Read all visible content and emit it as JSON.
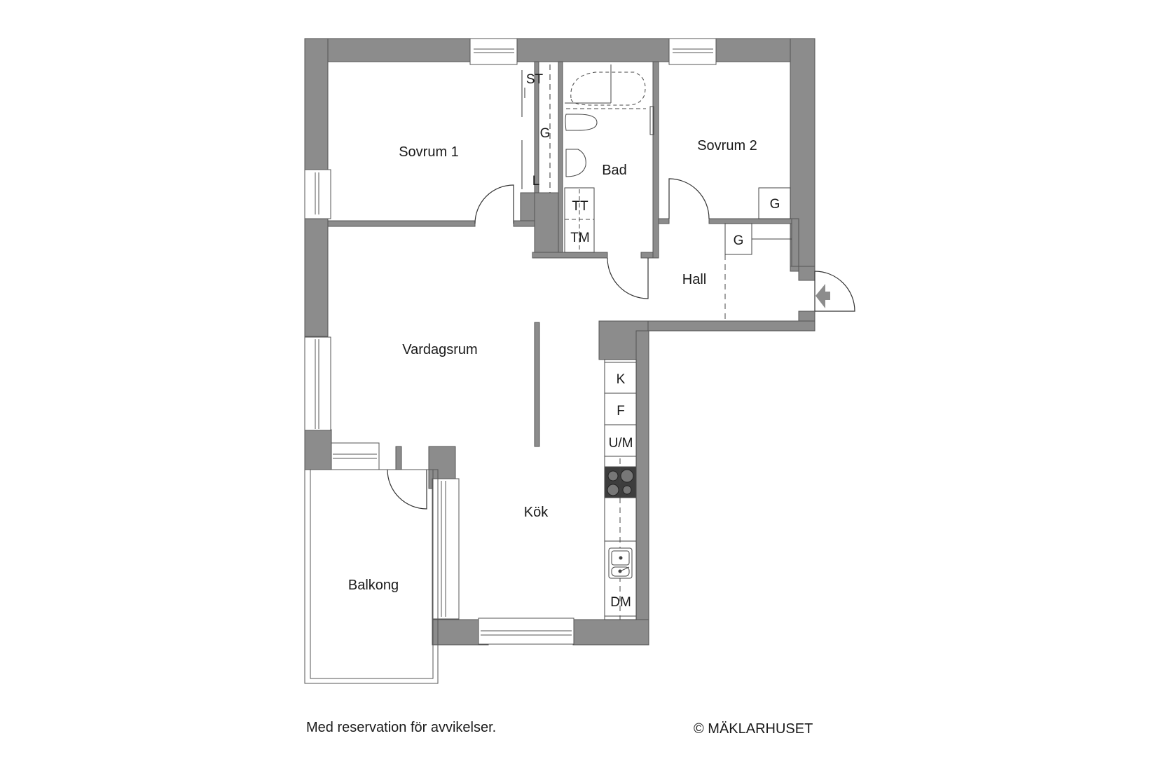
{
  "plan": {
    "colors": {
      "wall": "#8c8c8c",
      "wall_stroke": "#555555",
      "line": "#333333",
      "background": "#ffffff",
      "stove": "#3d3d3d"
    },
    "rooms": [
      {
        "id": "sovrum1",
        "label": "Sovrum 1"
      },
      {
        "id": "bad",
        "label": "Bad"
      },
      {
        "id": "sovrum2",
        "label": "Sovrum 2"
      },
      {
        "id": "hall",
        "label": "Hall"
      },
      {
        "id": "vardagsrum",
        "label": "Vardagsrum"
      },
      {
        "id": "kok",
        "label": "Kök"
      },
      {
        "id": "balkong",
        "label": "Balkong"
      }
    ],
    "fixtures": {
      "closet": [
        "ST",
        "G",
        "L"
      ],
      "bathroom": [
        "TT",
        "TM"
      ],
      "sovrum2_wardrobe": "G",
      "hall_wardrobe": "G",
      "kitchen": [
        "K",
        "F",
        "U/M",
        "DM"
      ]
    },
    "icons": [
      "entrance-arrow-icon",
      "stove-icon",
      "sink-icon",
      "toilet-icon",
      "washbasin-icon",
      "bathtub-icon"
    ]
  },
  "footer": {
    "disclaimer": "Med reservation för avvikelser.",
    "copyright": "© MÄKLARHUSET"
  }
}
